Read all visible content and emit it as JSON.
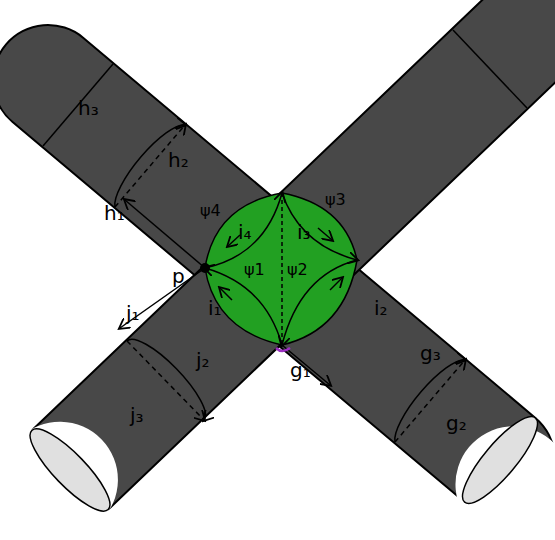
{
  "diagram": {
    "labels": [
      "h₃",
      "h₂",
      "h₁",
      "ψ4",
      "i₄",
      "i₃",
      "ψ3",
      "ψ1",
      "ψ2",
      "p",
      "i₁",
      "i₂",
      "j₁",
      "j₂",
      "j₃",
      "g₁",
      "g₃",
      "g₂"
    ]
  }
}
